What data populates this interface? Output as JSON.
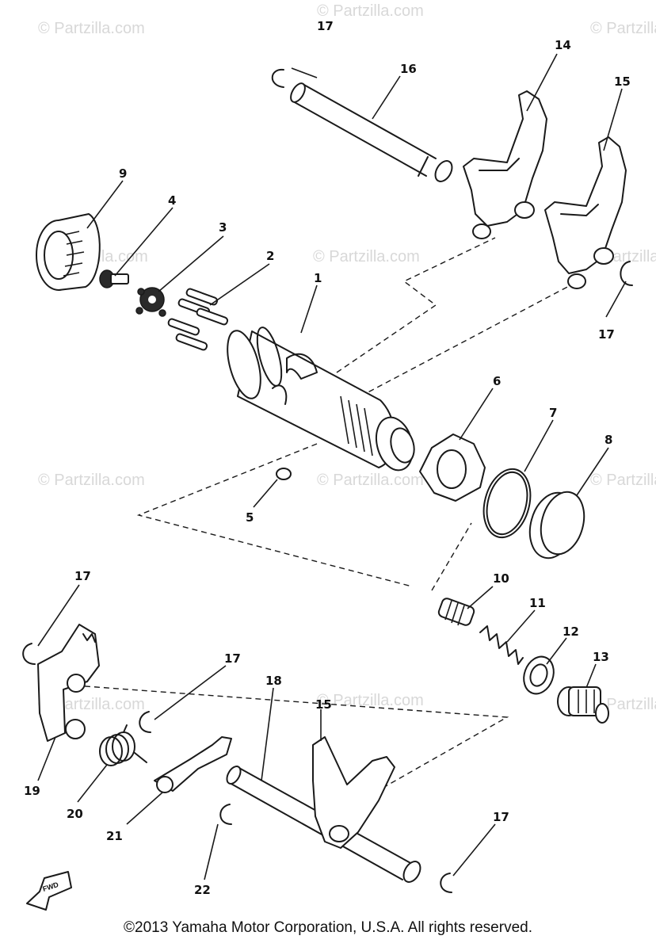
{
  "watermark": "© Partzilla.com",
  "copyright": "©2013 Yamaha Motor Corporation, U.S.A. All rights reserved.",
  "fwd_label": "FWD",
  "callouts": {
    "c1": "1",
    "c2": "2",
    "c3": "3",
    "c4": "4",
    "c5": "5",
    "c6": "6",
    "c7": "7",
    "c8": "8",
    "c9": "9",
    "c10": "10",
    "c11": "11",
    "c12": "12",
    "c13": "13",
    "c14": "14",
    "c15a": "15",
    "c15b": "15",
    "c16": "16",
    "c17a": "17",
    "c17b": "17",
    "c17c": "17",
    "c17d": "17",
    "c17e": "17",
    "c18": "18",
    "c19": "19",
    "c20": "20",
    "c21": "21",
    "c22": "22"
  }
}
